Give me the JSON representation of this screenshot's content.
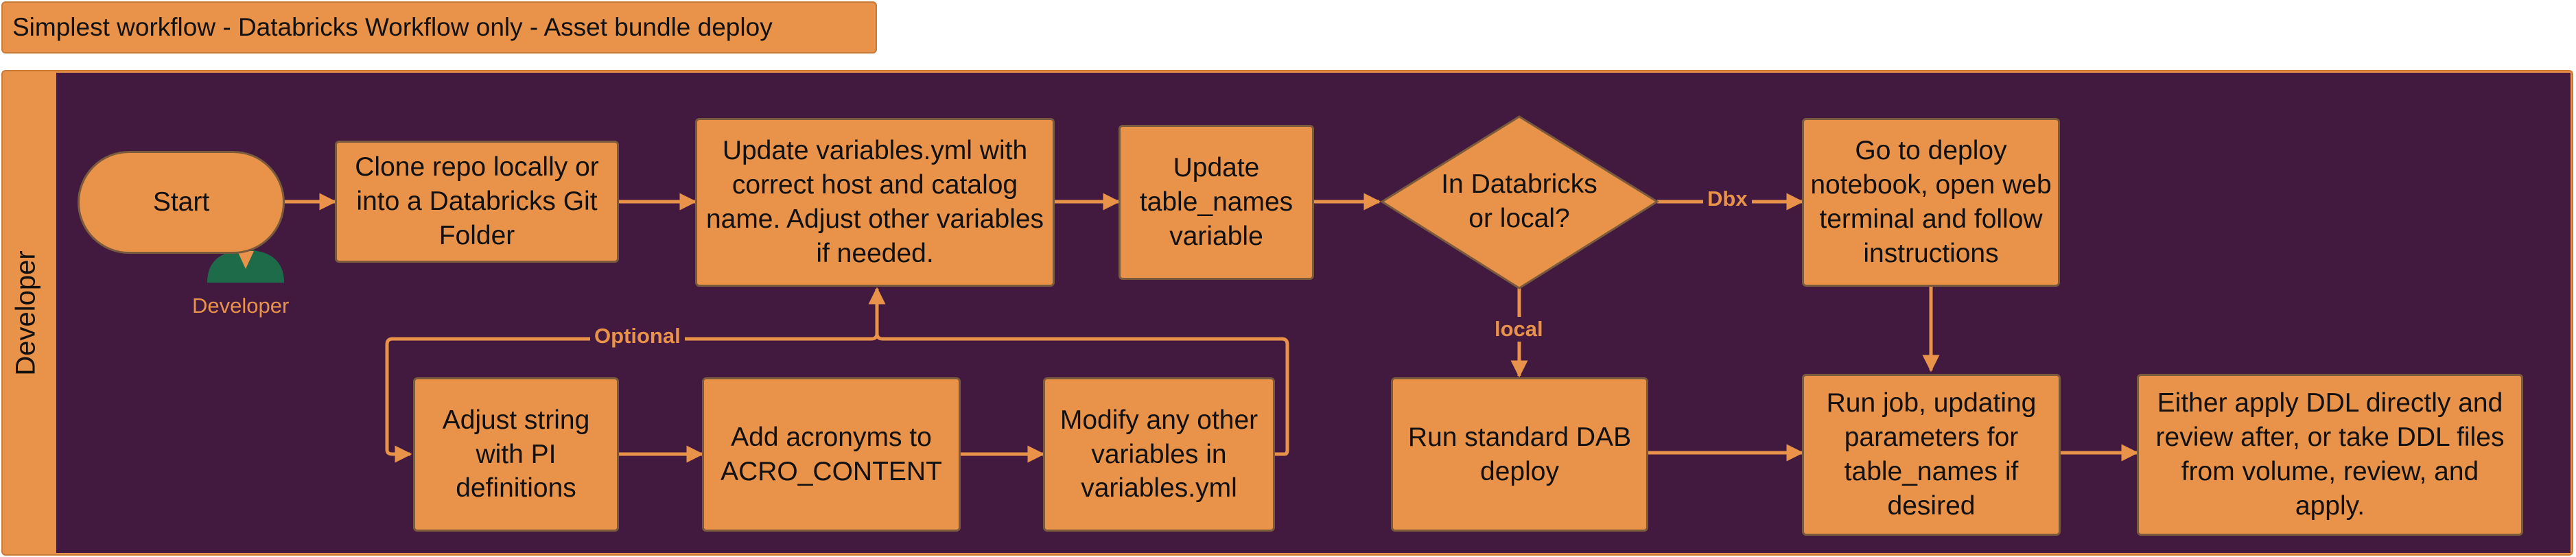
{
  "title": "Simplest workflow - Databricks Workflow only - Asset bundle deploy",
  "lane": {
    "label": "Developer"
  },
  "actor": {
    "label": "Developer",
    "icon": "person-icon"
  },
  "nodes": {
    "start": "Start",
    "clone": "Clone repo locally or into a Databricks Git Folder",
    "update_vars": "Update variables.yml with correct host and catalog name. Adjust other variables if needed.",
    "update_tables": "Update table_names variable",
    "decision": "In Databricks or local?",
    "deploy_notebook": "Go to deploy notebook, open web terminal and follow instructions",
    "adjust_pi": "Adjust string with PI definitions",
    "add_acronyms": "Add acronyms to ACRO_CONTENT",
    "modify_vars": "Modify any other variables in variables.yml",
    "run_dab": "Run standard DAB deploy",
    "run_job": "Run job, updating parameters for table_names if desired",
    "apply_ddl": "Either apply DDL directly and review after, or take DDL files from volume, review, and apply."
  },
  "edge_labels": {
    "optional": "Optional",
    "dbx": "Dbx",
    "local": "local"
  },
  "colors": {
    "node_fill": "#E8924A",
    "lane_fill": "#42193F",
    "arrow": "#E8924A",
    "actor": "#1E6B4A"
  }
}
